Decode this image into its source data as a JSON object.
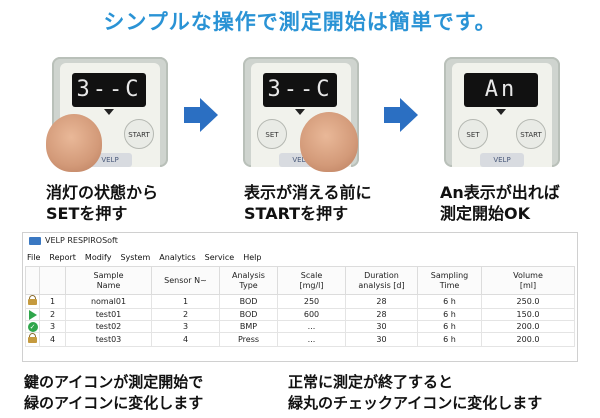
{
  "headline": "シンプルな操作で測定開始は簡単です。",
  "devices": [
    {
      "display": "3--C",
      "set_label": "",
      "start_label": "START",
      "brand": "VELP"
    },
    {
      "display": "3--C",
      "set_label": "SET",
      "start_label": "",
      "brand": "VELP"
    },
    {
      "display": "An",
      "set_label": "SET",
      "start_label": "START",
      "brand": "VELP"
    }
  ],
  "steps": [
    {
      "line1": "消灯の状態から",
      "line2": "SETを押す"
    },
    {
      "line1": "表示が消える前に",
      "line2": "STARTを押す"
    },
    {
      "line1": "An表示が出れば",
      "line2": "測定開始OK"
    }
  ],
  "app": {
    "title": "VELP RESPIROSoft",
    "menu": [
      "File",
      "Report",
      "Modify",
      "System",
      "Analytics",
      "Service",
      "Help"
    ],
    "columns": [
      {
        "l1": "",
        "l2": ""
      },
      {
        "l1": "",
        "l2": ""
      },
      {
        "l1": "Sample",
        "l2": "Name"
      },
      {
        "l1": "Sensor N~",
        "l2": ""
      },
      {
        "l1": "Analysis",
        "l2": "Type"
      },
      {
        "l1": "Scale",
        "l2": "[mg/l]"
      },
      {
        "l1": "Duration",
        "l2": "analysis [d]"
      },
      {
        "l1": "Sampling",
        "l2": "Time"
      },
      {
        "l1": "Volume",
        "l2": "[ml]"
      }
    ],
    "rows": [
      {
        "status": "lock-icon",
        "num": "1",
        "name": "nomal01",
        "sensor": "1",
        "type": "BOD",
        "scale": "250",
        "duration": "28",
        "sampling": "6 h",
        "volume": "250.0"
      },
      {
        "status": "play-icon",
        "num": "2",
        "name": "test01",
        "sensor": "2",
        "type": "BOD",
        "scale": "600",
        "duration": "28",
        "sampling": "6 h",
        "volume": "150.0"
      },
      {
        "status": "check-icon",
        "num": "3",
        "name": "test02",
        "sensor": "3",
        "type": "BMP",
        "scale": "...",
        "duration": "30",
        "sampling": "6 h",
        "volume": "200.0"
      },
      {
        "status": "lock-icon",
        "num": "4",
        "name": "test03",
        "sensor": "4",
        "type": "Press",
        "scale": "...",
        "duration": "30",
        "sampling": "6 h",
        "volume": "200.0"
      }
    ]
  },
  "notes": [
    {
      "line1": "鍵のアイコンが測定開始で",
      "line2": "緑のアイコンに変化します"
    },
    {
      "line1": "正常に測定が終了すると",
      "line2": "緑丸のチェックアイコンに変化します"
    }
  ],
  "colors": {
    "headline": "#2a93d5",
    "arrow": "#2b6fc2",
    "green": "#2fa64b"
  }
}
